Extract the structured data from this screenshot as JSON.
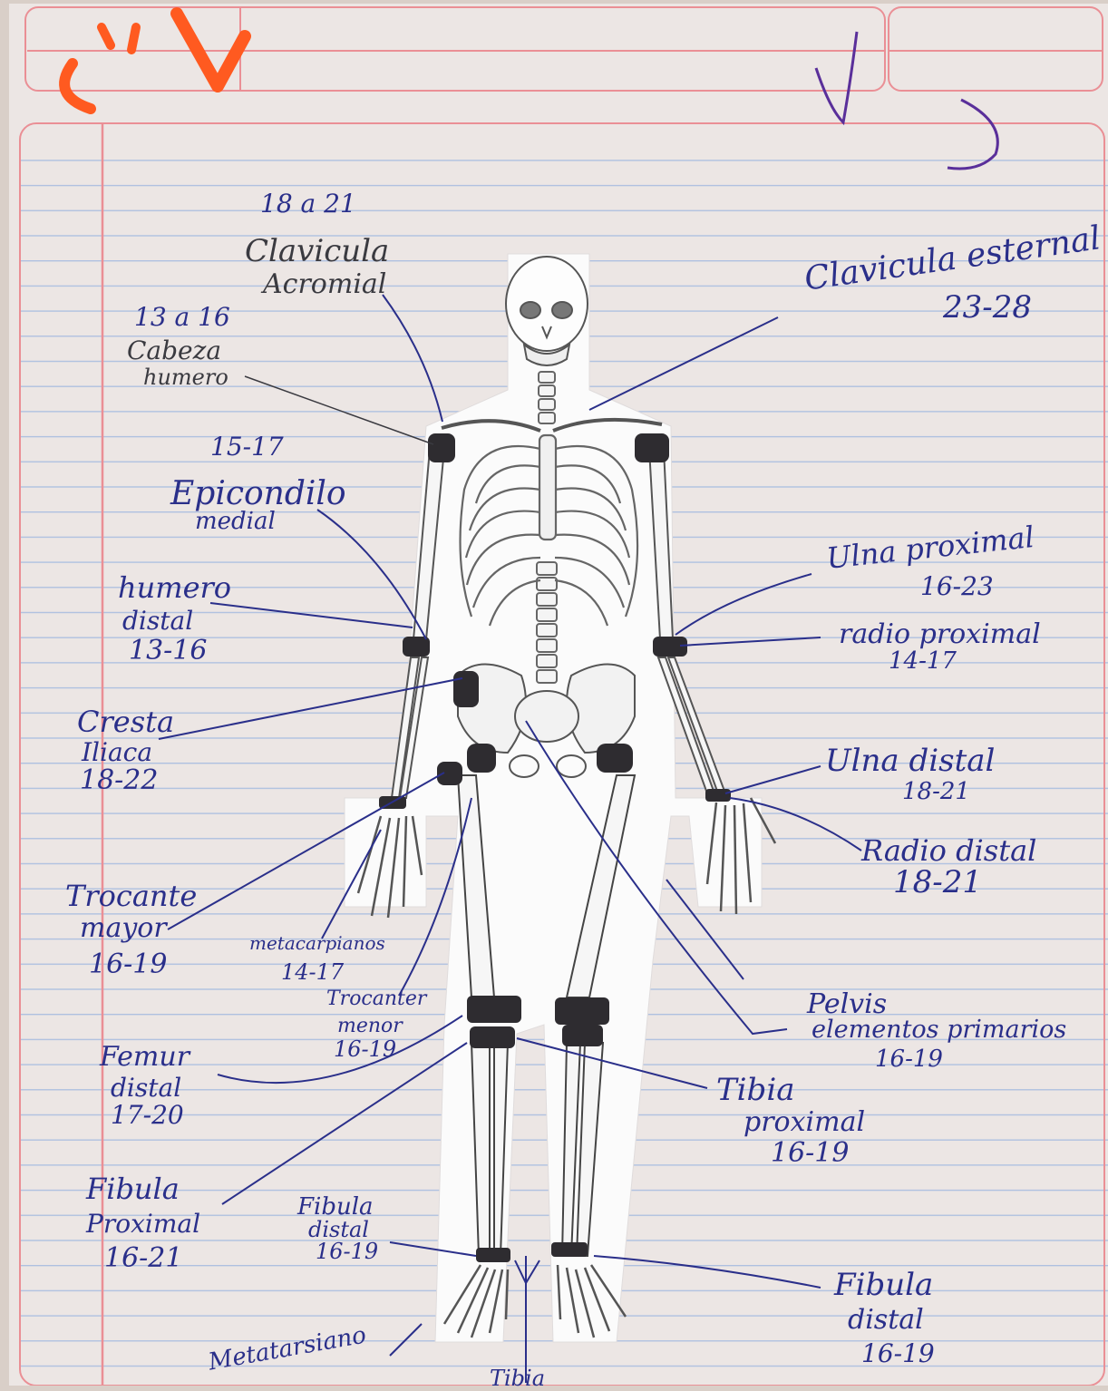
{
  "colors": {
    "paper": "#ece6e4",
    "rule": "#aec0e0",
    "margin": "#ea8f95",
    "ink": "#2a2f8a",
    "pencil": "#3a3a40",
    "marker": "#ff5a20",
    "bone": "#fdfdfd",
    "joint": "#2e2c30"
  },
  "header": {
    "grade_mark": "´´V",
    "check_mark": "√"
  },
  "labels": {
    "clavicula_acromial": {
      "age": "18 a 21",
      "name1": "Clavicula",
      "name2": "Acromial"
    },
    "cabeza_humero": {
      "age": "13 a 16",
      "name1": "Cabeza",
      "name2": "humero"
    },
    "epicondilo": {
      "age": "15-17",
      "name1": "Epicondilo",
      "name2": "medial"
    },
    "humero_distal": {
      "name1": "humero",
      "name2": "distal",
      "age": "13-16"
    },
    "cresta_iliaca": {
      "name1": "Cresta",
      "name2": "Iliaca",
      "age": "18-22"
    },
    "trocante_mayor": {
      "name1": "Trocante",
      "name2": "mayor",
      "age": "16-19"
    },
    "metacarpianos": {
      "name": "metacarpianos",
      "age": "14-17"
    },
    "trocanter_menor": {
      "name1": "Trocanter",
      "name2": "menor",
      "age": "16-19"
    },
    "femur_distal": {
      "name1": "Femur",
      "name2": "distal",
      "age": "17-20"
    },
    "fibula_proximal": {
      "name1": "Fibula",
      "name2": "Proximal",
      "age": "16-21"
    },
    "fibula_distal_left": {
      "name1": "Fibula",
      "name2": "distal",
      "age": "16-19"
    },
    "metatarsiano": {
      "name": "Metatarsiano"
    },
    "tibia_bottom": {
      "name": "Tibia"
    },
    "clavicula_esternal": {
      "name": "Clavicula esternal",
      "age": "23-28"
    },
    "ulna_proximal": {
      "name": "Ulna proximal",
      "age": "16-23"
    },
    "radio_proximal": {
      "name": "radio proximal",
      "age": "14-17"
    },
    "ulna_distal": {
      "name": "Ulna distal",
      "age": "18-21"
    },
    "radio_distal": {
      "name": "Radio distal",
      "age": "18-21"
    },
    "pelvis": {
      "name1": "Pelvis",
      "name2": "elementos primarios",
      "age": "16-19"
    },
    "tibia_proximal": {
      "name1": "Tibia",
      "name2": "proximal",
      "age": "16-19"
    },
    "fibula_distal_right": {
      "name1": "Fibula",
      "name2": "distal",
      "age": "16-19"
    }
  }
}
